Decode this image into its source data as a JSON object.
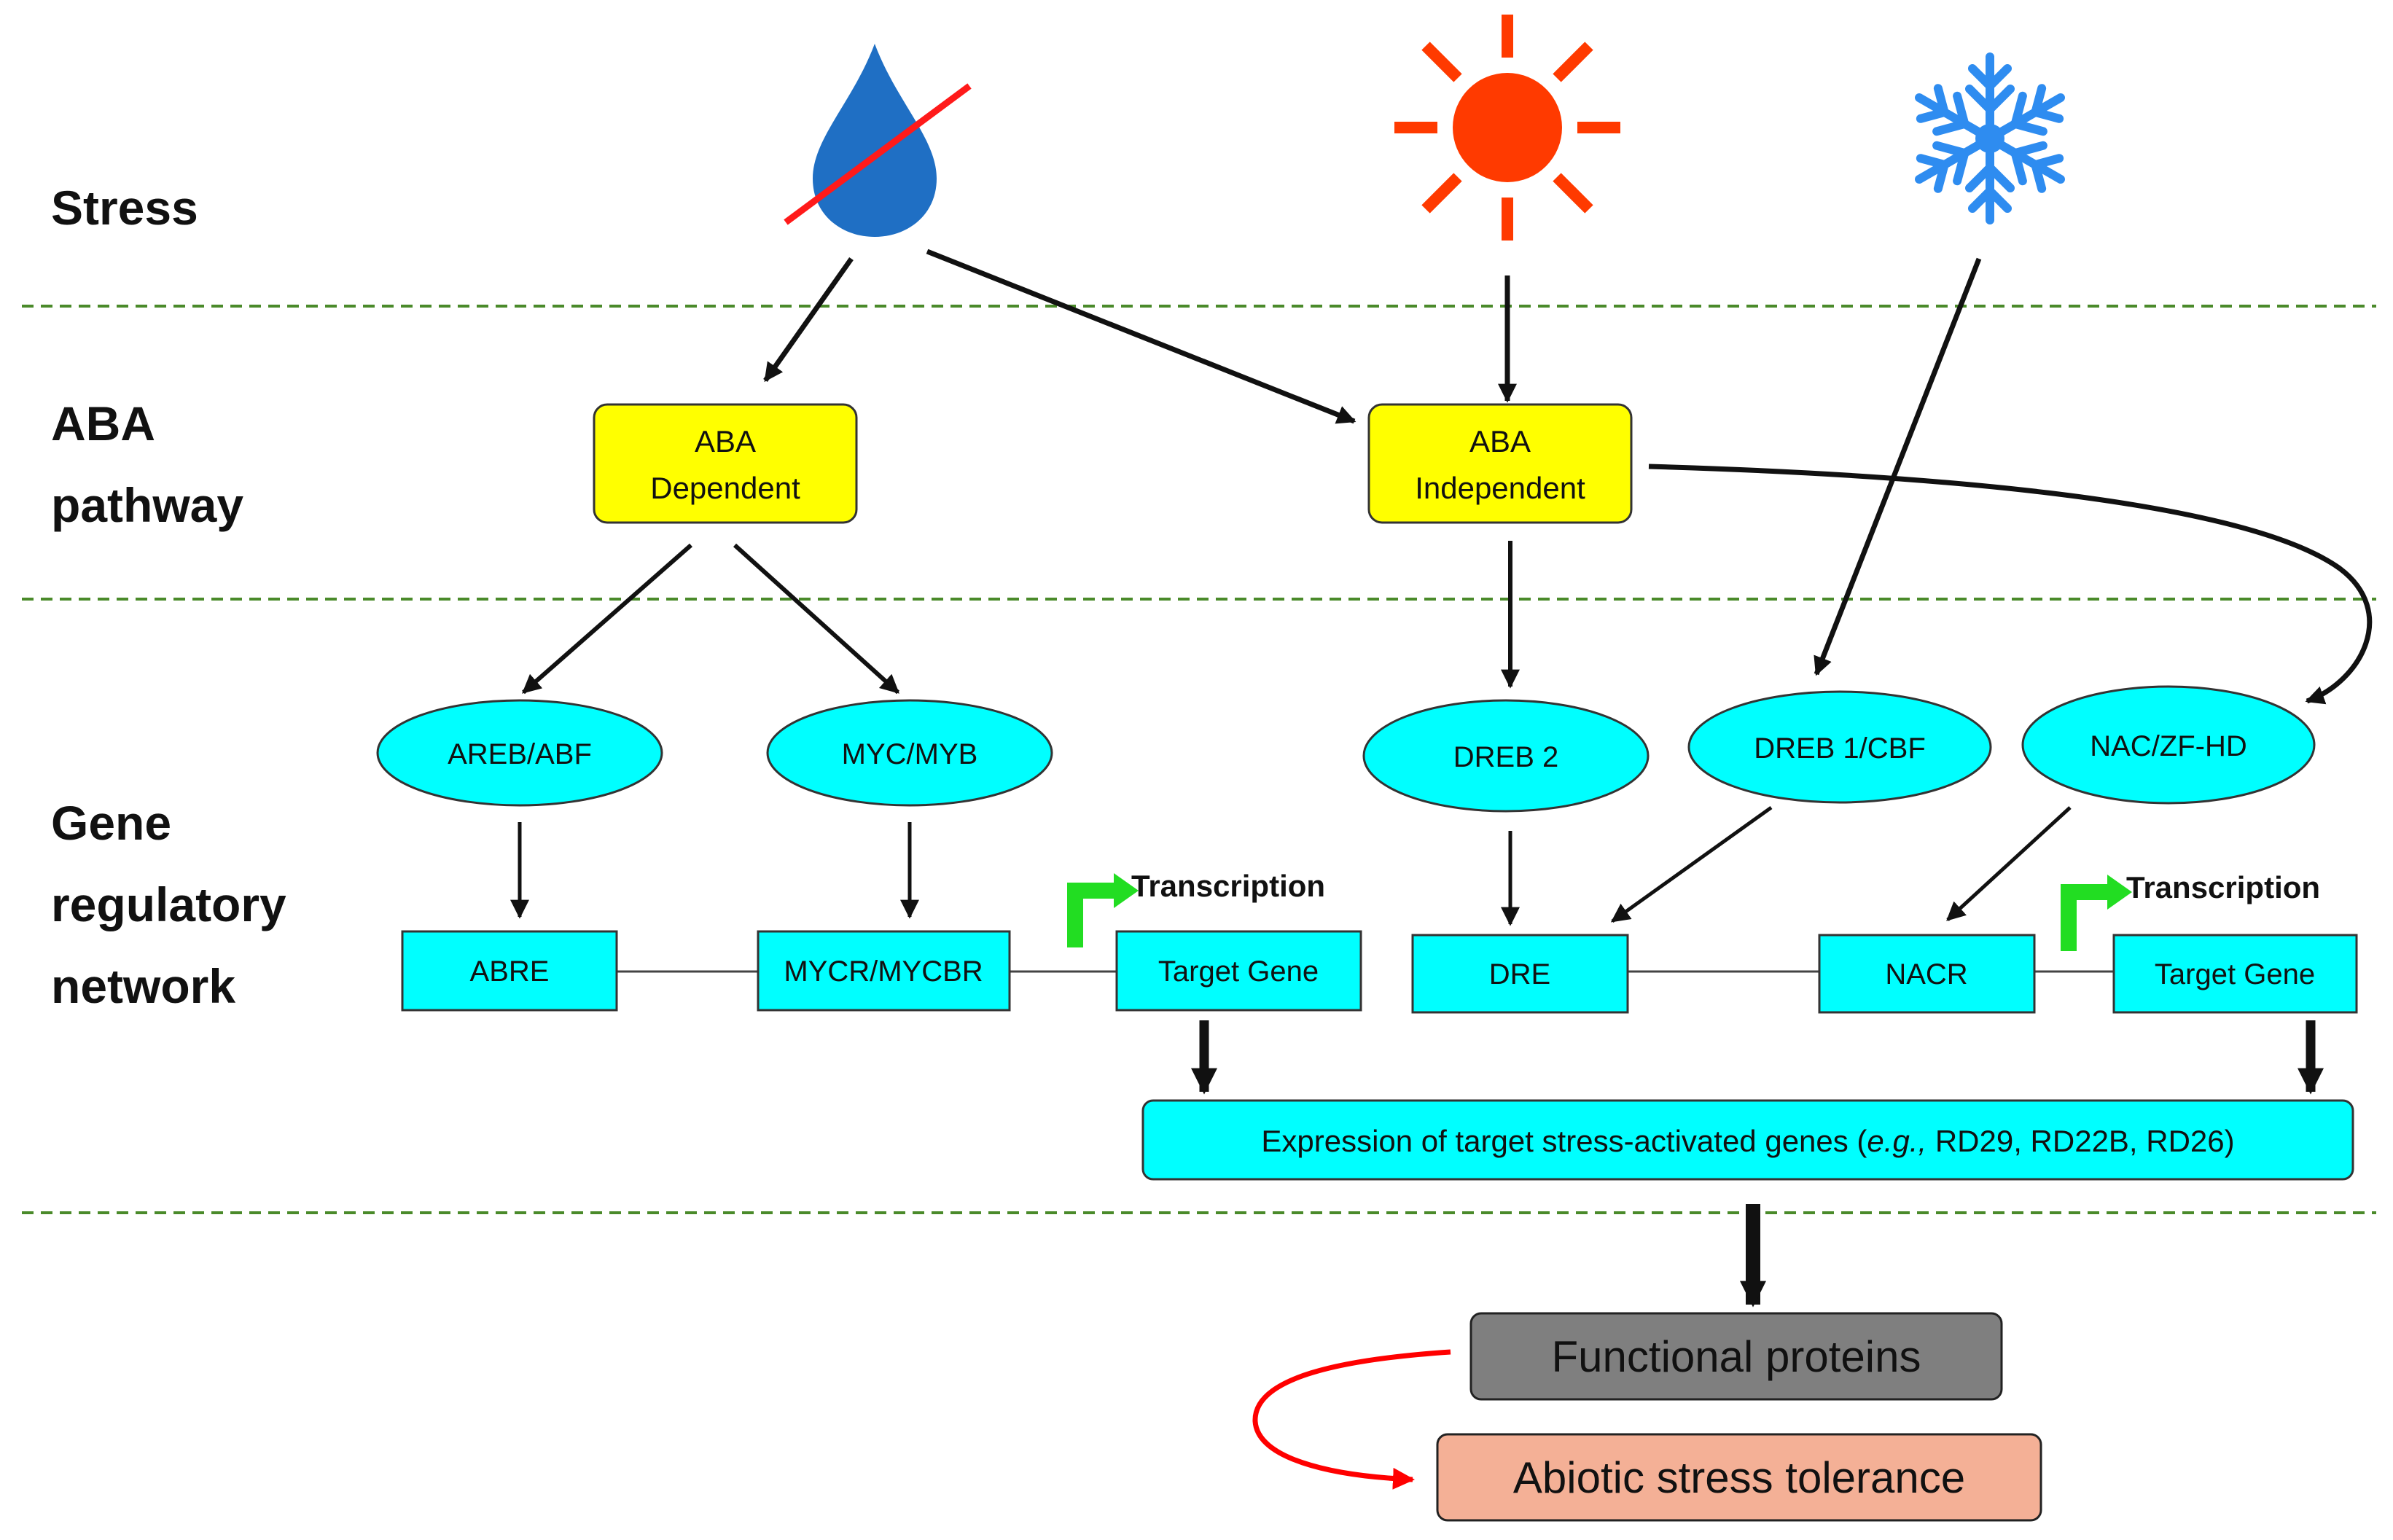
{
  "stress_label": "Stress",
  "aba_label_line1": "ABA",
  "aba_label_line2": "pathway",
  "grn_label_line1": "Gene",
  "grn_label_line2": "regulatory",
  "grn_label_line3": "network",
  "icons": {
    "drought": "water-drop-crossed-icon",
    "heat": "sun-icon",
    "cold": "snowflake-icon",
    "transcription": "transcription-start-arrow-icon"
  },
  "aba_dependent": {
    "line1": "ABA",
    "line2": "Dependent"
  },
  "aba_independent": {
    "line1": "ABA",
    "line2": "Independent"
  },
  "tf": {
    "areb": "AREB/ABF",
    "myc": "MYC/MYB",
    "dreb2": "DREB 2",
    "dreb1": "DREB 1/CBF",
    "nac": "NAC/ZF-HD"
  },
  "elements": {
    "abre": "ABRE",
    "mycr": "MYCR/MYCBR",
    "target_left": "Target Gene",
    "dre": "DRE",
    "nacr": "NACR",
    "target_right": "Target Gene"
  },
  "transcription_left": "Transcription",
  "transcription_right": "Transcription",
  "expression": {
    "prefix": "Expression of target stress-activated genes (",
    "eg": "e.g.,",
    "suffix": " RD29, RD22B, RD26)"
  },
  "functional_proteins": "Functional proteins",
  "abiotic_tolerance": "Abiotic stress tolerance",
  "colors": {
    "aba_box": "#ffff00",
    "tf_fill": "#00ffff",
    "drop": "#1f6fc4",
    "cross": "#ff1a1a",
    "sun": "#ff3a00",
    "snow": "#2e8cf0",
    "divider": "#4a8a2a",
    "transcription_arrow": "#22dd22",
    "functional_box": "#7f7f7f",
    "tolerance_box": "#f4b096",
    "feedback_arrow": "#ff0000"
  }
}
